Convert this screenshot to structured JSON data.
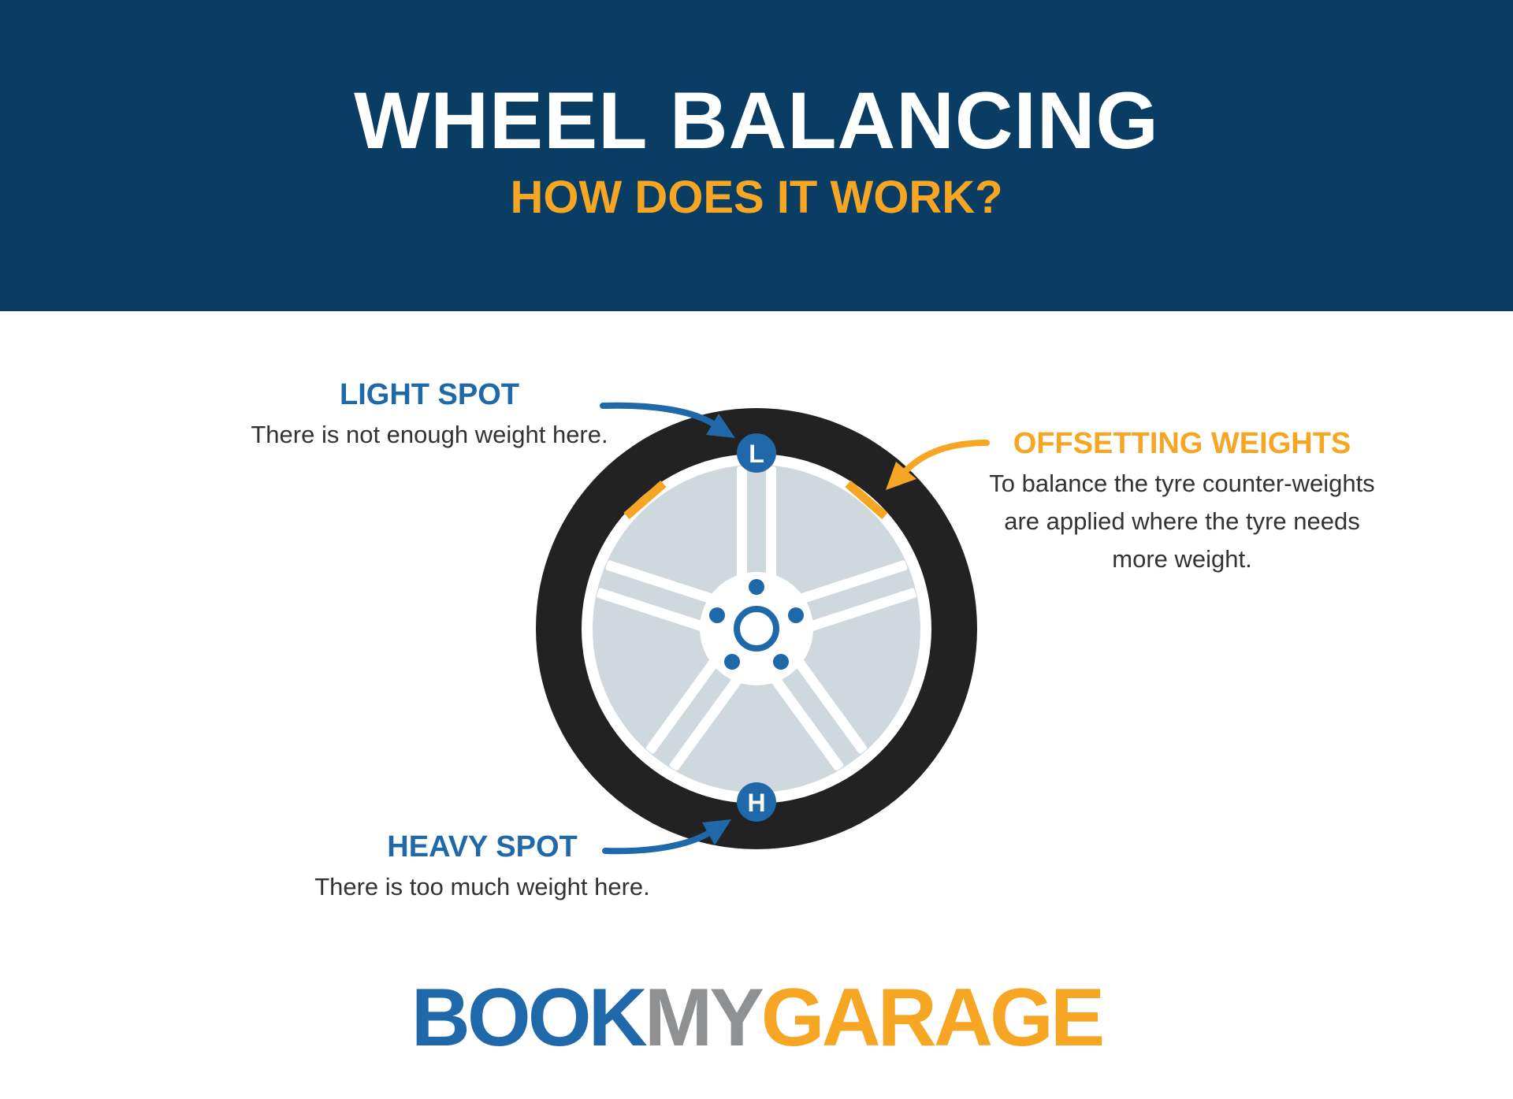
{
  "header": {
    "title": "WHEEL BALANCING",
    "subtitle": "HOW DOES IT WORK?"
  },
  "callouts": {
    "light_spot": {
      "title": "LIGHT SPOT",
      "text": "There is not enough weight here.",
      "marker": "L"
    },
    "heavy_spot": {
      "title": "HEAVY SPOT",
      "text": "There is too much weight here.",
      "marker": "H"
    },
    "offsetting_weights": {
      "title": "OFFSETTING WEIGHTS",
      "text_lines": [
        "To balance the tyre counter-weights",
        "are applied where the tyre needs",
        "more weight."
      ]
    }
  },
  "logo": {
    "part1": "BOOK",
    "part2": "MY",
    "part3": "GARAGE"
  },
  "colors": {
    "header_bg": "#093d63",
    "accent_orange": "#f6a623",
    "accent_blue": "#1f68aa",
    "tyre": "#222222",
    "rim": "#cfd8dd",
    "logo_grey": "#8e9092"
  },
  "icons": [
    "arrow-icon",
    "wheel-icon",
    "balance-weight-icon"
  ]
}
